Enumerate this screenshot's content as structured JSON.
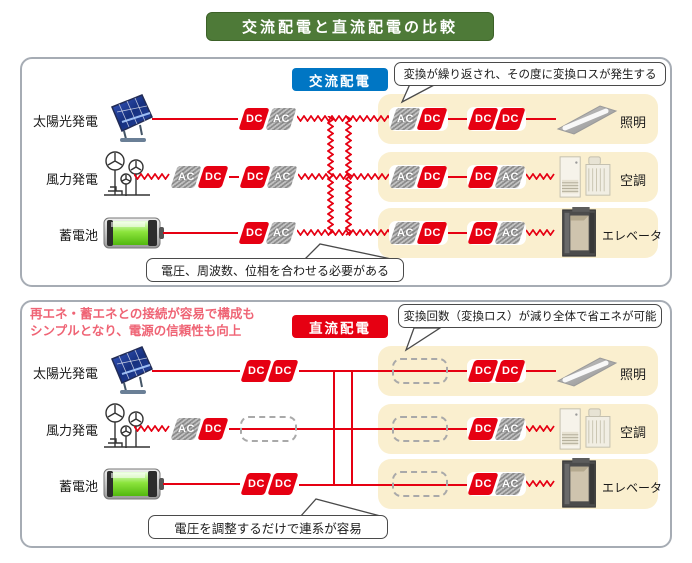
{
  "title": "交流配電と直流配電の比較",
  "colors": {
    "title_bg": "#4e7a38",
    "ac_label_bg": "#0076c4",
    "dc_red": "#e60012",
    "load_box_bg": "#faefcf",
    "note_text": "#ef6475"
  },
  "ac_panel": {
    "label": "交流配電",
    "bubble_top": "変換が繰り返され、その度に変換ロスが発生する",
    "bubble_bottom": "電圧、周波数、位相を合わせる必要がある",
    "sources": [
      {
        "name": "太陽光発電",
        "icon": "solar-panel-icon",
        "conv": [
          "DC",
          "AC"
        ]
      },
      {
        "name": "風力発電",
        "icon": "wind-turbine-icon",
        "conv": [
          "AC",
          "DC"
        ],
        "conv2": [
          "DC",
          "AC"
        ]
      },
      {
        "name": "蓄電池",
        "icon": "battery-icon",
        "conv": [
          "DC",
          "AC"
        ]
      }
    ],
    "loads": [
      {
        "name": "照明",
        "icon": "ceiling-light-icon",
        "conv1": [
          "AC",
          "DC"
        ],
        "conv2": [
          "DC",
          "DC"
        ]
      },
      {
        "name": "空調",
        "icon": "air-conditioner-icon",
        "conv1": [
          "AC",
          "DC"
        ],
        "conv2": [
          "DC",
          "AC"
        ]
      },
      {
        "name": "エレベータ",
        "icon": "elevator-icon",
        "conv1": [
          "AC",
          "DC"
        ],
        "conv2": [
          "DC",
          "AC"
        ]
      }
    ]
  },
  "dc_panel": {
    "label": "直流配電",
    "note_line1": "再エネ・蓄エネとの接続が容易で構成も",
    "note_line2": "シンプルとなり、電源の信頼性も向上",
    "bubble_top": "変換回数（変換ロス）が減り全体で省エネが可能",
    "bubble_bottom": "電圧を調整するだけで連系が容易",
    "sources": [
      {
        "name": "太陽光発電",
        "icon": "solar-panel-icon",
        "conv": [
          "DC",
          "DC"
        ]
      },
      {
        "name": "風力発電",
        "icon": "wind-turbine-icon",
        "conv": [
          "AC",
          "DC"
        ]
      },
      {
        "name": "蓄電池",
        "icon": "battery-icon",
        "conv": [
          "DC",
          "DC"
        ]
      }
    ],
    "loads": [
      {
        "name": "照明",
        "icon": "ceiling-light-icon",
        "conv2": [
          "DC",
          "DC"
        ]
      },
      {
        "name": "空調",
        "icon": "air-conditioner-icon",
        "conv2": [
          "DC",
          "AC"
        ]
      },
      {
        "name": "エレベータ",
        "icon": "elevator-icon",
        "conv2": [
          "DC",
          "AC"
        ]
      }
    ]
  }
}
